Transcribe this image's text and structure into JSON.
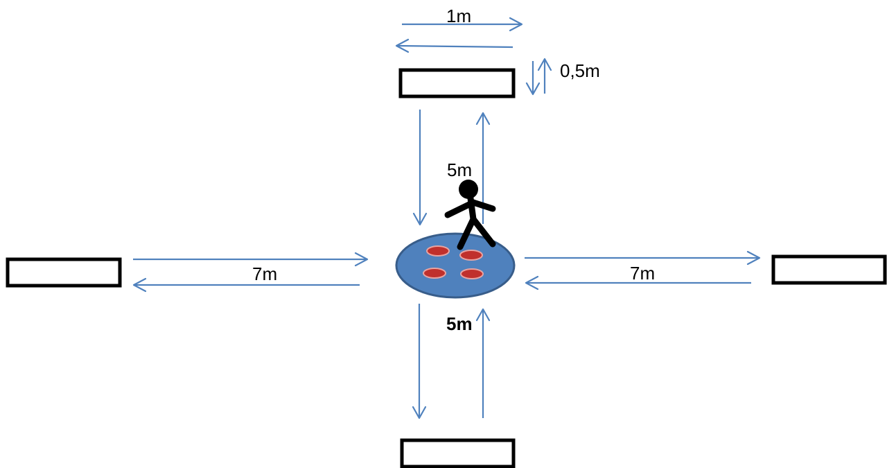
{
  "labels": {
    "top_width": "1m",
    "top_height": "0,5m",
    "top_distance": "5m",
    "bottom_distance": "5m",
    "left_distance": "7m",
    "right_distance": "7m"
  },
  "colors": {
    "arrow": "#4f81bd",
    "center_disc_fill": "#4f81bd",
    "center_disc_stroke": "#385d8a",
    "cone": "#c0302c",
    "box_stroke": "#000000",
    "figure": "#000000"
  },
  "elements": {
    "stations": [
      "top",
      "bottom",
      "left",
      "right"
    ],
    "cone_count": 4,
    "figure": "stick-figure"
  }
}
